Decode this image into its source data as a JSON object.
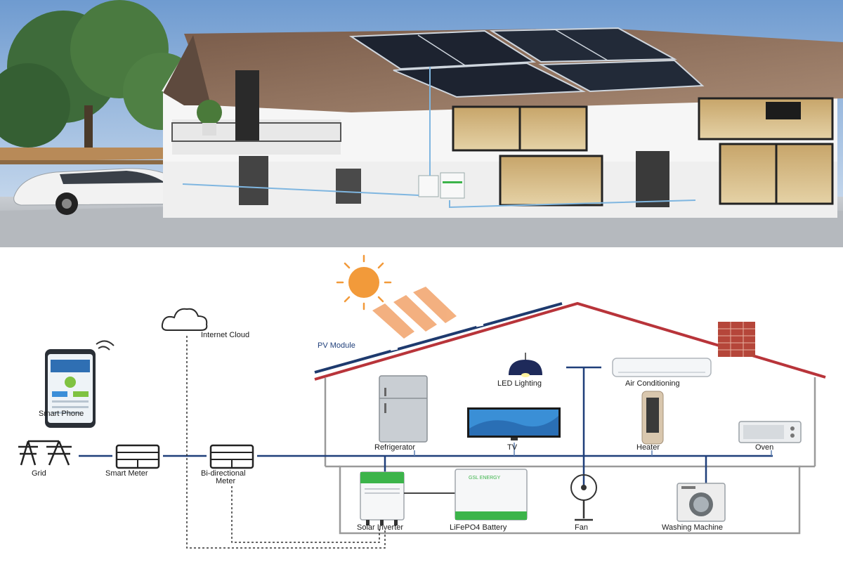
{
  "diagram": {
    "pv_module": "PV Module",
    "internet_cloud": "Internet Cloud",
    "smart_phone": "Smart Phone",
    "grid": "Grid",
    "smart_meter": "Smart Meter",
    "bidirectional_meter_line1": "Bi-directional",
    "bidirectional_meter_line2": "Meter",
    "led_lighting": "LED Lighting",
    "air_conditioning": "Air Conditioning",
    "refrigerator": "Refrigerator",
    "tv": "TV",
    "heater": "Heater",
    "oven": "Oven",
    "solar_inverter": "Solar Inverter",
    "lifepo4_battery": "LiFePO4 Battery",
    "fan": "Fan",
    "washing_machine": "Washing Machine",
    "device_brand": "GSL ENERGY"
  },
  "colors": {
    "roof_red": "#b8343a",
    "wire_blue": "#1f3f7a",
    "house_wall": "#9a9a9a",
    "sun_orange": "#f29a3a",
    "panel_navy": "#1e3a6e",
    "accent_green": "#3cb44a"
  }
}
